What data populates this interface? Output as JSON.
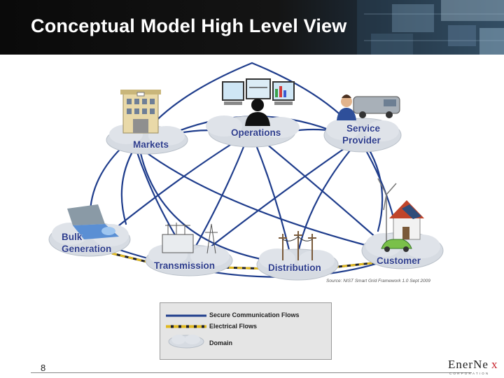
{
  "slide": {
    "title": "Conceptual Model High Level View",
    "page_number": "8",
    "source": "Source: NIST Smart Grid Framework 1.0 Sept 2009"
  },
  "domains": {
    "markets": "Markets",
    "operations": "Operations",
    "service_provider": [
      "Service",
      "Provider"
    ],
    "bulk_generation": [
      "Bulk",
      "Generation"
    ],
    "transmission": "Transmission",
    "distribution": "Distribution",
    "customer": "Customer"
  },
  "legend": {
    "secure_flows": "Secure Communication Flows",
    "electrical_flows": "Electrical Flows",
    "domain": "Domain"
  },
  "logo": {
    "name": "EnerNex",
    "sub": "CORPORATION"
  },
  "colors": {
    "communication_line": "#1f3d8c",
    "electrical_line": "#e0b81f",
    "domain_cloud": "#d6dbe2",
    "domain_label": "#2a3a8a",
    "logo_red": "#c8232c"
  }
}
